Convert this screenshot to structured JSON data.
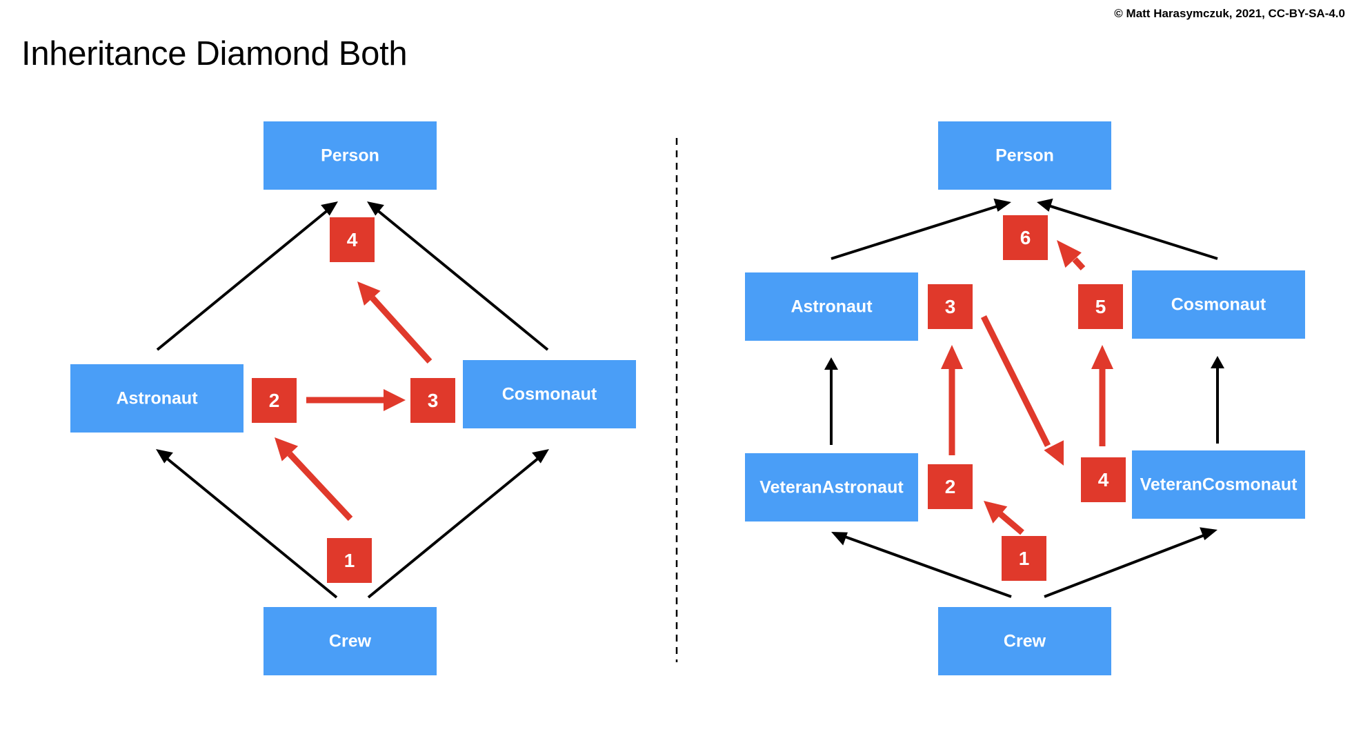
{
  "title": "Inheritance Diamond Both",
  "copyright": "© Matt Harasymczuk, 2021, CC-BY-SA-4.0",
  "colors": {
    "class_box": "#4A9EF7",
    "mro_badge": "#E0392B",
    "inheritance_arrow": "#000000"
  },
  "diagrams": [
    {
      "classes": [
        "Person",
        "Astronaut",
        "Cosmonaut",
        "Crew"
      ],
      "inheritance": [
        {
          "from": "Astronaut",
          "to": "Person"
        },
        {
          "from": "Cosmonaut",
          "to": "Person"
        },
        {
          "from": "Crew",
          "to": "Astronaut"
        },
        {
          "from": "Crew",
          "to": "Cosmonaut"
        }
      ],
      "mro_steps": [
        "1",
        "2",
        "3",
        "4"
      ]
    },
    {
      "classes": [
        "Person",
        "Astronaut",
        "Cosmonaut",
        "VeteranAstronaut",
        "VeteranCosmonaut",
        "Crew"
      ],
      "inheritance": [
        {
          "from": "Astronaut",
          "to": "Person"
        },
        {
          "from": "Cosmonaut",
          "to": "Person"
        },
        {
          "from": "VeteranAstronaut",
          "to": "Astronaut"
        },
        {
          "from": "VeteranCosmonaut",
          "to": "Cosmonaut"
        },
        {
          "from": "Crew",
          "to": "VeteranAstronaut"
        },
        {
          "from": "Crew",
          "to": "VeteranCosmonaut"
        }
      ],
      "mro_steps": [
        "1",
        "2",
        "3",
        "4",
        "5",
        "6"
      ]
    }
  ]
}
